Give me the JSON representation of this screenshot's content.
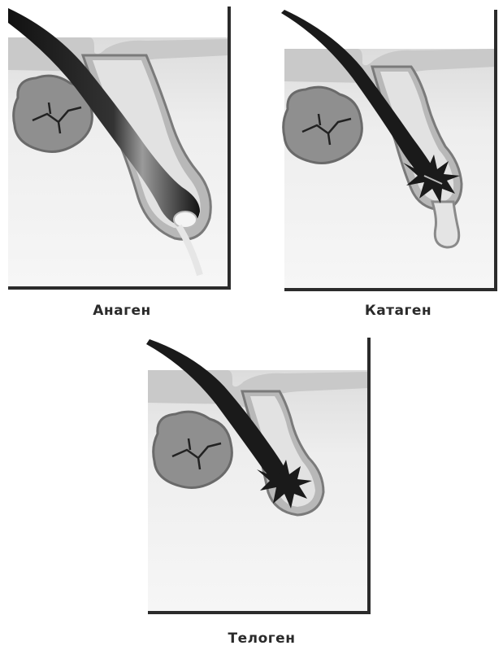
{
  "stages": [
    {
      "id": "anagen",
      "label": "Анаген"
    },
    {
      "id": "catagen",
      "label": "Катаген"
    },
    {
      "id": "telogen",
      "label": "Телоген"
    }
  ],
  "colors": {
    "skin_light": "#f1f1f1",
    "skin_mid": "#d6d6d6",
    "tissue_dark": "#9a9a9a",
    "outline": "#6e6e6e",
    "hair": "#1a1a1a",
    "gland": "#8c8c8c",
    "border": "#2b2b2b"
  }
}
